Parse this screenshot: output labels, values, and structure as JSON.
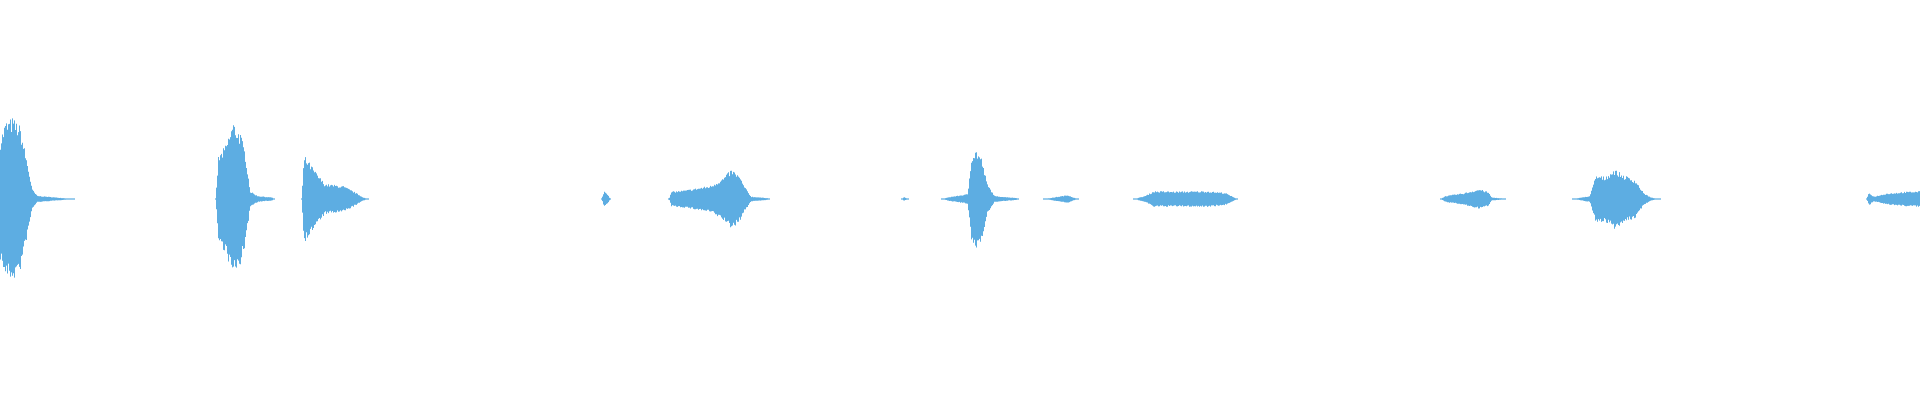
{
  "chart_data": {
    "type": "waveform",
    "title": "",
    "xlabel": "",
    "ylabel": "",
    "axes_visible": false,
    "grid": false,
    "color": "#5dade2",
    "background": "#ffffff",
    "ylim": [
      -1,
      1
    ],
    "bursts_peak_amplitude": [
      0.41,
      0.39,
      0.22,
      0.04,
      0.15,
      0.01,
      0.25,
      0.02,
      0.04,
      0.05,
      0.15,
      0.04
    ]
  }
}
